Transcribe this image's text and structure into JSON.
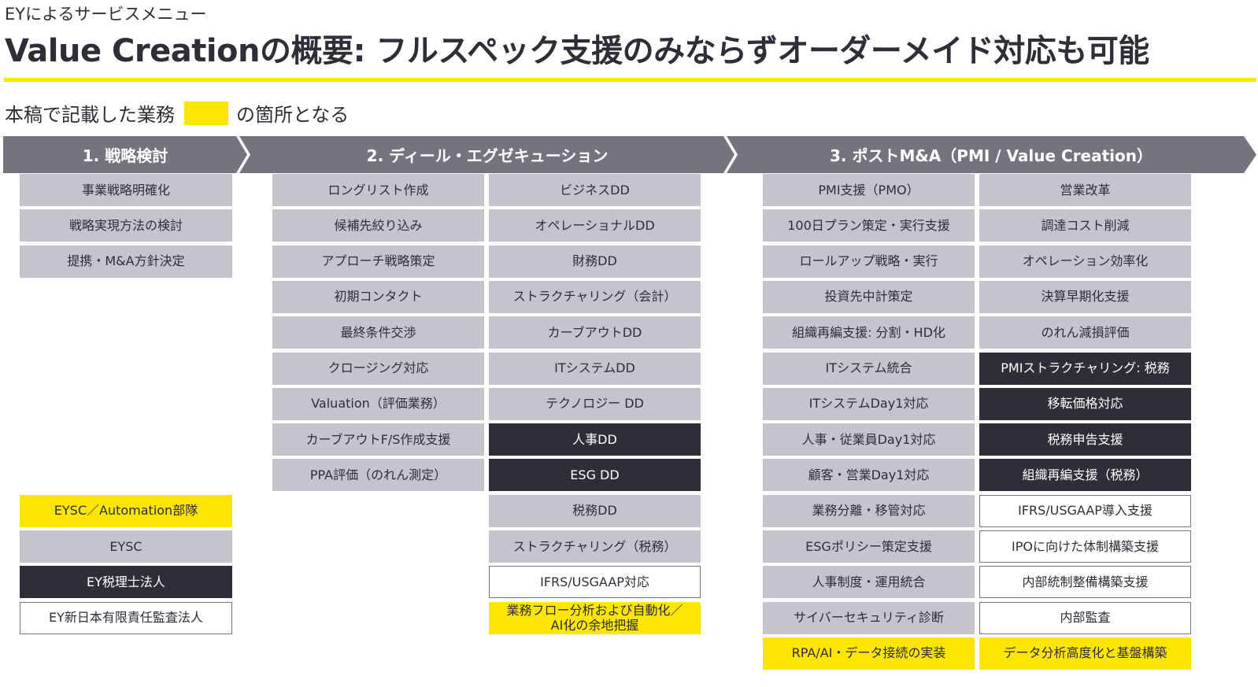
{
  "header": {
    "eyebrow": "EYによるサービスメニュー",
    "title": "Value Creationの概要: フルスペック支援のみならずオーダーメイド対応も可能"
  },
  "legend": {
    "text_before": "本稿で記載した業務",
    "text_after": "の箇所となる",
    "swatch_color": "#ffe600"
  },
  "colors": {
    "phase_bar": "#747480",
    "grey": "#c4c4cd",
    "dark": "#2e2e38",
    "yellow": "#ffe600",
    "outline_border": "#747480"
  },
  "phases": [
    {
      "label": "1. 戦略検討"
    },
    {
      "label": "2. ディール・エグゼキューション"
    },
    {
      "label": "3. ポストM&A（PMI / Value Creation）"
    }
  ],
  "strategy": {
    "items": [
      "事業戦略明確化",
      "戦略実現方法の検討",
      "提携・M&A方針決定"
    ]
  },
  "entity_legend": [
    {
      "label": "EYSC／Automation部隊",
      "style": "yellow"
    },
    {
      "label": "EYSC",
      "style": "grey"
    },
    {
      "label": "EY税理士法人",
      "style": "dark"
    },
    {
      "label": "EY新日本有限責任監査法人",
      "style": "outline"
    }
  ],
  "deal": {
    "left": [
      "ロングリスト作成",
      "候補先絞り込み",
      "アプローチ戦略策定",
      "初期コンタクト",
      "最終条件交渉",
      "クロージング対応",
      "Valuation（評価業務）",
      "カーブアウトF/S作成支援",
      "PPA評価（のれん測定）"
    ],
    "right": [
      {
        "label": "ビジネスDD",
        "style": "grey"
      },
      {
        "label": "オペレーショナルDD",
        "style": "grey"
      },
      {
        "label": "財務DD",
        "style": "grey"
      },
      {
        "label": "ストラクチャリング（会計）",
        "style": "grey"
      },
      {
        "label": "カーブアウトDD",
        "style": "grey"
      },
      {
        "label": "ITシステムDD",
        "style": "grey"
      },
      {
        "label": "テクノロジー DD",
        "style": "grey"
      },
      {
        "label": "人事DD",
        "style": "dark"
      },
      {
        "label": "ESG DD",
        "style": "dark"
      },
      {
        "label": "税務DD",
        "style": "grey"
      },
      {
        "label": "ストラクチャリング（税務）",
        "style": "grey"
      },
      {
        "label": "IFRS/USGAAP対応",
        "style": "outline"
      },
      {
        "label": "業務フロー分析および自動化／\nAI化の余地把握",
        "style": "yellow"
      }
    ]
  },
  "pmi": {
    "left": [
      {
        "label": "PMI支援（PMO）",
        "style": "grey"
      },
      {
        "label": "100日プラン策定・実行支援",
        "style": "grey"
      },
      {
        "label": "ロールアップ戦略・実行",
        "style": "grey"
      },
      {
        "label": "投資先中計策定",
        "style": "grey"
      },
      {
        "label": "組織再編支援: 分割・HD化",
        "style": "grey"
      },
      {
        "label": "ITシステム統合",
        "style": "grey"
      },
      {
        "label": "ITシステムDay1対応",
        "style": "grey"
      },
      {
        "label": "人事・従業員Day1対応",
        "style": "grey"
      },
      {
        "label": "顧客・営業Day1対応",
        "style": "grey"
      },
      {
        "label": "業務分離・移管対応",
        "style": "grey"
      },
      {
        "label": "ESGポリシー策定支援",
        "style": "grey"
      },
      {
        "label": "人事制度・運用統合",
        "style": "grey"
      },
      {
        "label": "サイバーセキュリティ診断",
        "style": "grey"
      },
      {
        "label": "RPA/AI・データ接続の実装",
        "style": "yellow"
      }
    ],
    "right": [
      {
        "label": "営業改革",
        "style": "grey"
      },
      {
        "label": "調達コスト削減",
        "style": "grey"
      },
      {
        "label": "オペレーション効率化",
        "style": "grey"
      },
      {
        "label": "決算早期化支援",
        "style": "grey"
      },
      {
        "label": "のれん減損評価",
        "style": "grey"
      },
      {
        "label": "PMIストラクチャリング: 税務",
        "style": "dark"
      },
      {
        "label": "移転価格対応",
        "style": "dark"
      },
      {
        "label": "税務申告支援",
        "style": "dark"
      },
      {
        "label": "組織再編支援（税務）",
        "style": "dark"
      },
      {
        "label": "IFRS/USGAAP導入支援",
        "style": "outline"
      },
      {
        "label": "IPOに向けた体制構築支援",
        "style": "outline"
      },
      {
        "label": "内部統制整備構築支援",
        "style": "outline"
      },
      {
        "label": "内部監査",
        "style": "outline"
      },
      {
        "label": "データ分析高度化と基盤構築",
        "style": "yellow"
      }
    ]
  }
}
